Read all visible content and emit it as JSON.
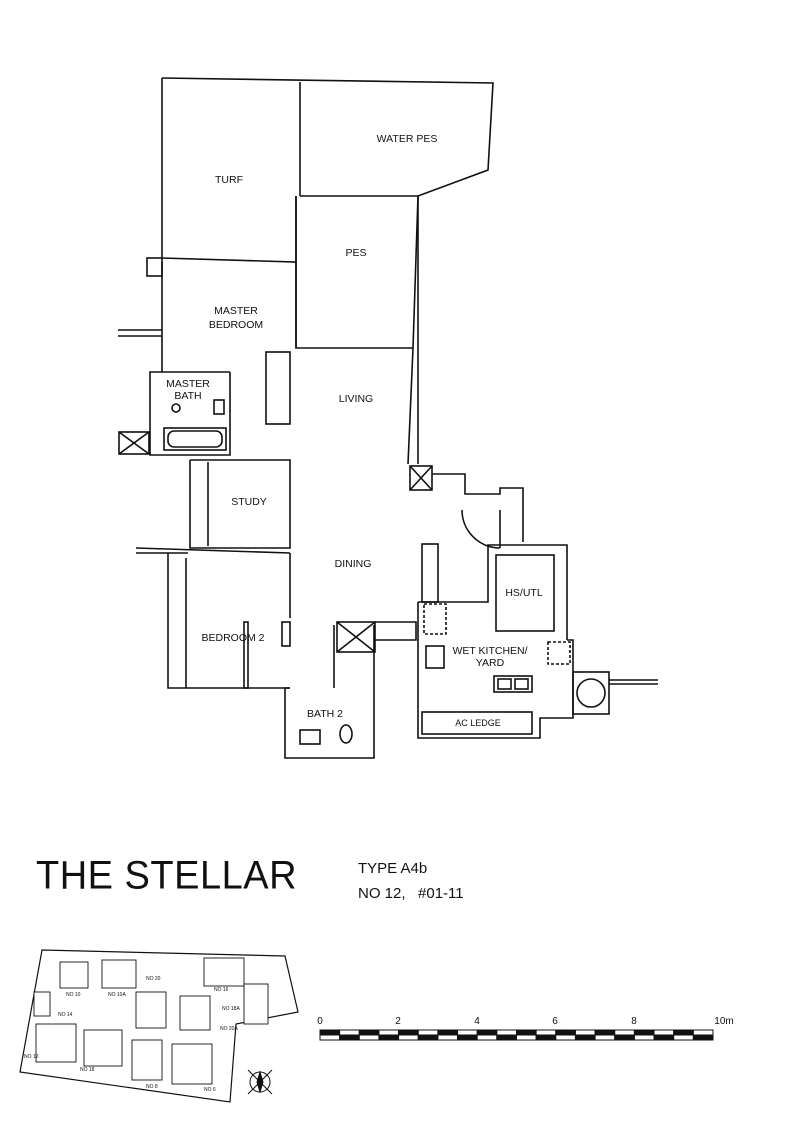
{
  "project": {
    "name": "THE STELLAR",
    "unit_type": "TYPE A4b",
    "unit_no": "NO 12,   #01-11"
  },
  "rooms": {
    "turf": "TURF",
    "water_pes": "WATER PES",
    "pes": "PES",
    "master_bedroom_1": "MASTER",
    "master_bedroom_2": "BEDROOM",
    "master_bath_1": "MASTER",
    "master_bath_2": "BATH",
    "living": "LIVING",
    "study": "STUDY",
    "dining": "DINING",
    "hs_utl": "HS/UTL",
    "bedroom_2": "BEDROOM 2",
    "wet_kitchen_1": "WET KITCHEN/",
    "wet_kitchen_2": "YARD",
    "bath_2": "BATH 2",
    "ac_ledge": "AC LEDGE"
  },
  "scale_bar": {
    "labels": [
      "0",
      "2",
      "4",
      "6",
      "8",
      "10m"
    ]
  },
  "site_plan": {
    "blocks": [
      "NO 10",
      "NO 10A",
      "NO 20",
      "NO 14",
      "NO 18",
      "NO 18A",
      "NO 20A",
      "NO 12",
      "NO 16",
      "NO 8",
      "NO 6"
    ]
  }
}
